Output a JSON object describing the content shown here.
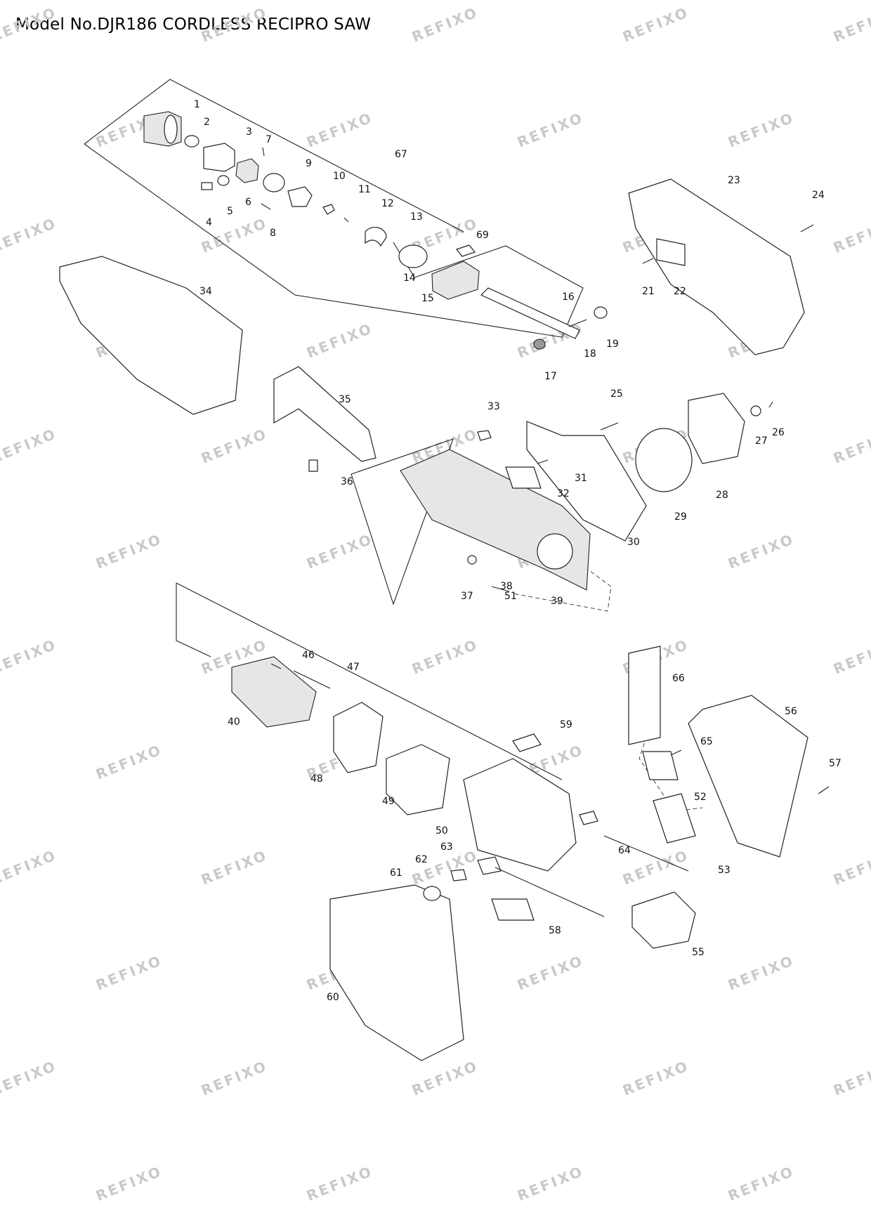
{
  "title": "Model No.DJR186 CORDLESS RECIPRO SAW",
  "watermark": "REFIXO",
  "colors": {
    "line": "#222222",
    "watermark": "#c9c9c9",
    "background": "#ffffff"
  },
  "labels": [
    "1",
    "2",
    "3",
    "4",
    "5",
    "6",
    "7",
    "8",
    "9",
    "10",
    "11",
    "12",
    "13",
    "14",
    "15",
    "16",
    "17",
    "18",
    "19",
    "21",
    "22",
    "23",
    "24",
    "25",
    "26",
    "27",
    "28",
    "29",
    "30",
    "31",
    "32",
    "33",
    "34",
    "35",
    "36",
    "37",
    "38",
    "39",
    "40",
    "46",
    "47",
    "48",
    "49",
    "50",
    "51",
    "52",
    "53",
    "55",
    "56",
    "57",
    "58",
    "59",
    "60",
    "61",
    "62",
    "63",
    "64",
    "65",
    "66",
    "67",
    "69"
  ]
}
